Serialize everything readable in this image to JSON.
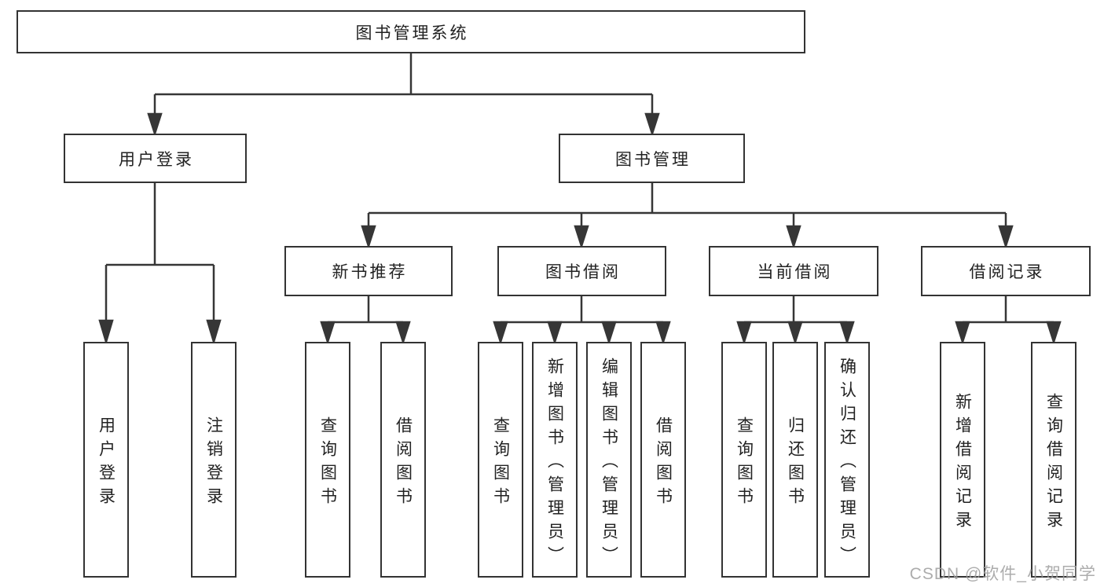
{
  "nodes": {
    "root": {
      "label": "图书管理系统"
    },
    "level2": [
      {
        "label": "用户登录"
      },
      {
        "label": "图书管理"
      }
    ],
    "level3": [
      {
        "label": "新书推荐"
      },
      {
        "label": "图书借阅"
      },
      {
        "label": "当前借阅"
      },
      {
        "label": "借阅记录"
      }
    ],
    "leaves": [
      {
        "label": "用户登录"
      },
      {
        "label": "注销登录"
      },
      {
        "label": "查询图书"
      },
      {
        "label": "借阅图书"
      },
      {
        "label": "查询图书"
      },
      {
        "label": "新增图书（管理员）"
      },
      {
        "label": "编辑图书（管理员）"
      },
      {
        "label": "借阅图书"
      },
      {
        "label": "查询图书"
      },
      {
        "label": "归还图书"
      },
      {
        "label": "确认归还（管理员）"
      },
      {
        "label": "新增借阅记录"
      },
      {
        "label": "查询借阅记录"
      }
    ]
  },
  "hierarchy": {
    "图书管理系统": [
      "用户登录",
      "图书管理"
    ],
    "用户登录": [
      "用户登录",
      "注销登录"
    ],
    "图书管理": [
      "新书推荐",
      "图书借阅",
      "当前借阅",
      "借阅记录"
    ],
    "新书推荐": [
      "查询图书",
      "借阅图书"
    ],
    "图书借阅": [
      "查询图书",
      "新增图书（管理员）",
      "编辑图书（管理员）",
      "借阅图书"
    ],
    "当前借阅": [
      "查询图书",
      "归还图书",
      "确认归还（管理员）"
    ],
    "借阅记录": [
      "新增借阅记录",
      "查询借阅记录"
    ]
  },
  "watermark": {
    "text": "CSDN @软件_小贺同学"
  },
  "colors": {
    "line": "#363636",
    "border": "#333333",
    "box_bg": "#ffffff",
    "text": "#222222",
    "watermark": "#9e9e9e"
  }
}
